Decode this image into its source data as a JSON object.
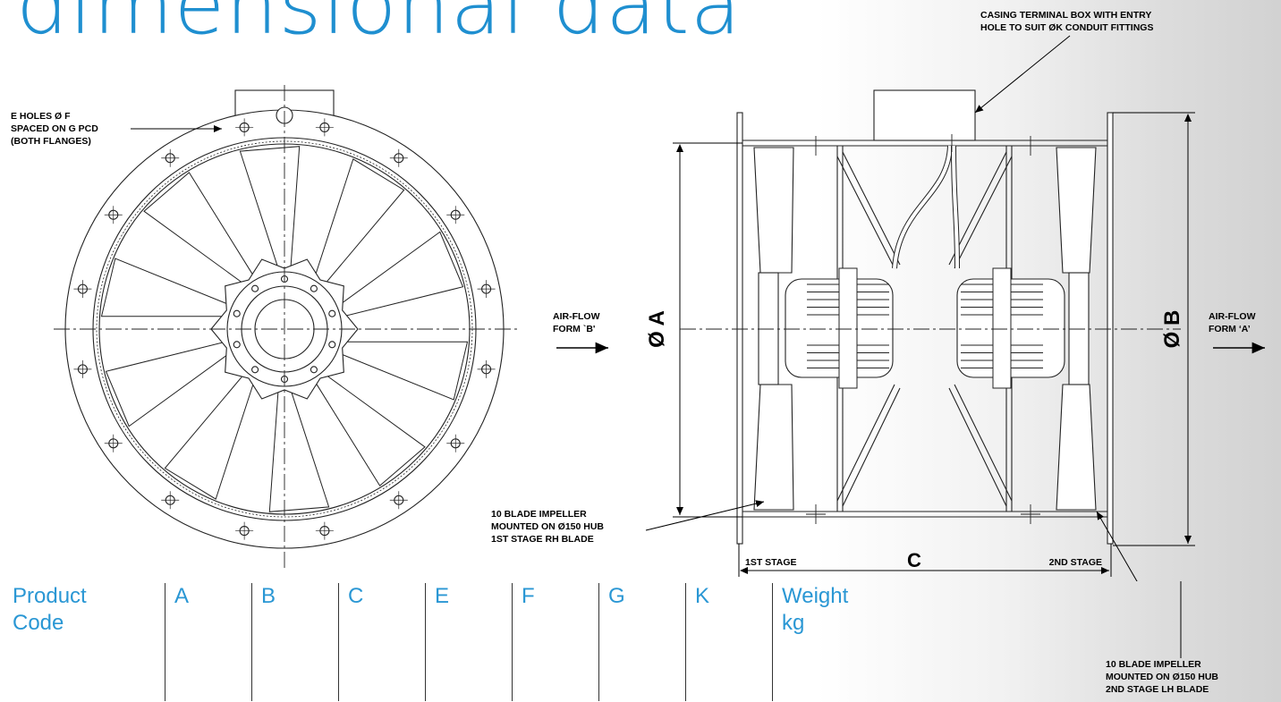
{
  "page": {
    "title": "dimensional data"
  },
  "front_view": {
    "holes_note": [
      "E HOLES Ø F",
      "SPACED ON G PCD",
      "(BOTH FLANGES)"
    ]
  },
  "side_view": {
    "terminal_note": [
      "CASING TERMINAL BOX WITH ENTRY",
      "HOLE TO SUIT  ØK CONDUIT FITTINGS"
    ],
    "airflow_b": [
      "AIR-FLOW",
      "FORM `B'"
    ],
    "airflow_a": [
      "AIR-FLOW",
      "FORM ‘A’"
    ],
    "dim_a": "Ø A",
    "dim_b": "Ø B",
    "dim_c": "C",
    "stage1": "1ST STAGE",
    "stage2": "2ND STAGE",
    "impeller1_note": [
      "10 BLADE IMPELLER",
      "MOUNTED ON Ø150 HUB",
      "1ST STAGE RH BLADE"
    ],
    "impeller2_note": [
      "10 BLADE IMPELLER",
      "MOUNTED ON Ø150 HUB",
      "2ND STAGE LH BLADE"
    ]
  },
  "table": {
    "headers": [
      {
        "line1": "Product",
        "line2": "Code"
      },
      {
        "line1": "A",
        "line2": ""
      },
      {
        "line1": "B",
        "line2": ""
      },
      {
        "line1": "C",
        "line2": ""
      },
      {
        "line1": "E",
        "line2": ""
      },
      {
        "line1": "F",
        "line2": ""
      },
      {
        "line1": "G",
        "line2": ""
      },
      {
        "line1": "K",
        "line2": ""
      },
      {
        "line1": "Weight",
        "line2": "kg"
      }
    ]
  },
  "colors": {
    "accent": "#1f8fd0",
    "table_text": "#2a97d4",
    "line": "#222222"
  }
}
